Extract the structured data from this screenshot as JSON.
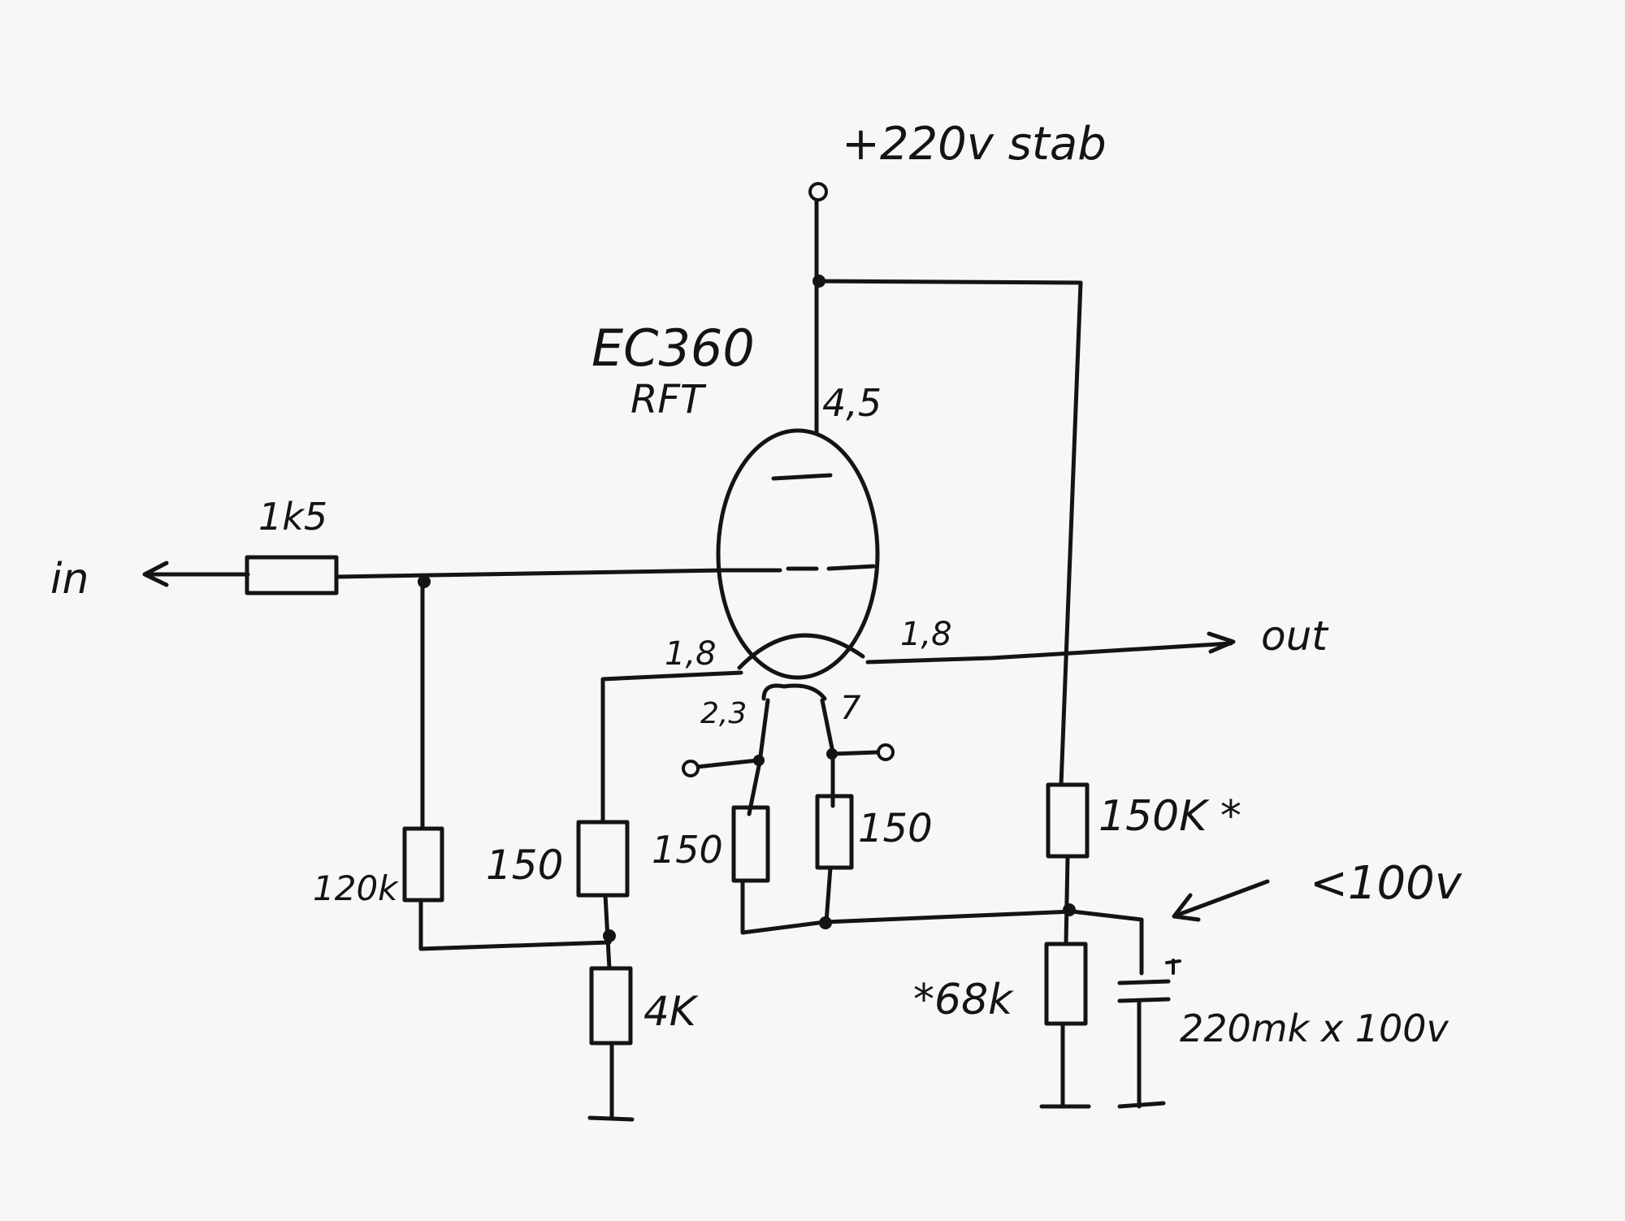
{
  "supply": "+220v stab",
  "tube": {
    "type": "EC360",
    "maker": "RFT"
  },
  "pins": {
    "anode": "4,5",
    "cathode_left": "1,8",
    "cathode_right": "1,8",
    "heater_left": "2,3",
    "heater_right": "7"
  },
  "signals": {
    "input": "in",
    "output": "out"
  },
  "components": {
    "r_series": "1k5",
    "r_grid": "120k",
    "r_cathode_left": "150",
    "r_bottom": "4K",
    "r_heater_left": "150",
    "r_heater_right": "150",
    "r_upper_divider": "150K *",
    "r_lower_divider": "*68k",
    "capacitor": "220mk x 100v"
  },
  "annotation": "<100v"
}
